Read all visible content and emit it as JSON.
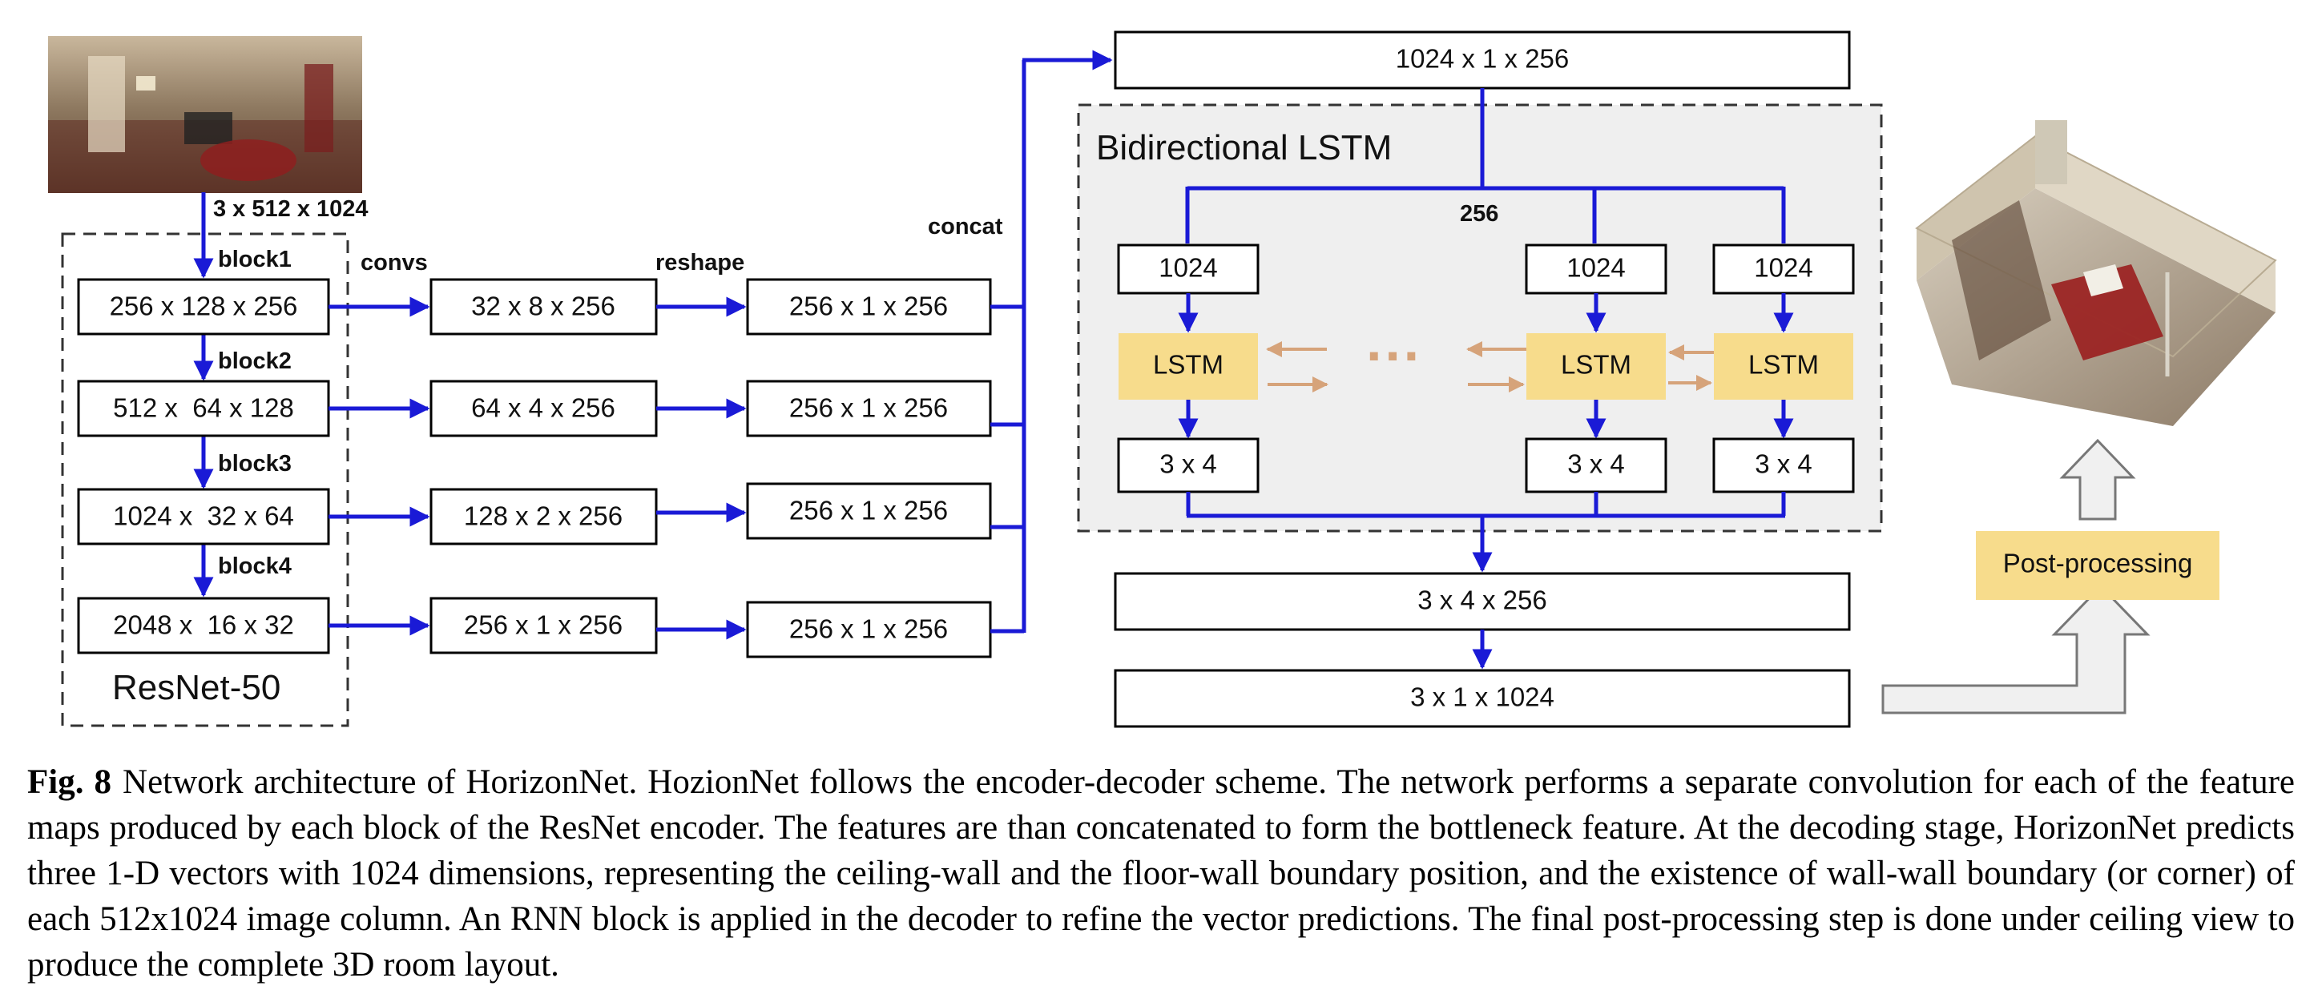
{
  "input": {
    "dims": "3 x 512 x 1024"
  },
  "resnet": {
    "name": "ResNet-50",
    "blocks": [
      {
        "label": "block1",
        "dims": "256 x 128 x 256"
      },
      {
        "label": "block2",
        "dims": "512 x  64 x 128"
      },
      {
        "label": "block3",
        "dims": "1024 x  32 x 64"
      },
      {
        "label": "block4",
        "dims": "2048 x  16 x 32"
      }
    ]
  },
  "conv_label": "convs",
  "convs": [
    "32 x 8 x 256",
    "64 x 4 x 256",
    "128 x 2 x 256",
    "256 x 1 x 256"
  ],
  "reshape_label": "reshape",
  "reshapes": [
    "256 x 1 x 256",
    "256 x 1 x 256",
    "256 x 1 x 256",
    "256 x 1 x 256"
  ],
  "concat_label": "concat",
  "bottleneck": "1024 x 1 x 256",
  "lstm": {
    "title": "Bidirectional LSTM",
    "width_label": "256",
    "input_label": "1024",
    "cell_label": "LSTM",
    "output_label": "3 x 4",
    "ellipsis": "···"
  },
  "output_stack": "3 x 4 x 256",
  "output_final": "3 x 1 x 1024",
  "postprocess": "Post-processing",
  "caption": {
    "label": "Fig. 8",
    "text": "Network architecture of HorizonNet. HozionNet follows the encoder-decoder scheme. The network performs a separate convolution for each of the feature maps produced by each block of the ResNet encoder. The features are than concatenated to form the bottleneck feature. At the decoding stage, HorizonNet predicts three 1-D vectors with 1024 dimensions, representing the ceiling-wall and the floor-wall boundary position, and the existence of wall-wall boundary (or corner) of each 512x1024 image column. An RNN block is applied in the decoder to refine the vector predictions. The final post-processing step is done under ceiling view to produce the complete 3D room layout."
  },
  "colors": {
    "arrow": "#1a1ad6",
    "lstm_fill": "#f7dc8c",
    "recurrent_arrow": "#d6a37a",
    "panel": "#efefef"
  }
}
